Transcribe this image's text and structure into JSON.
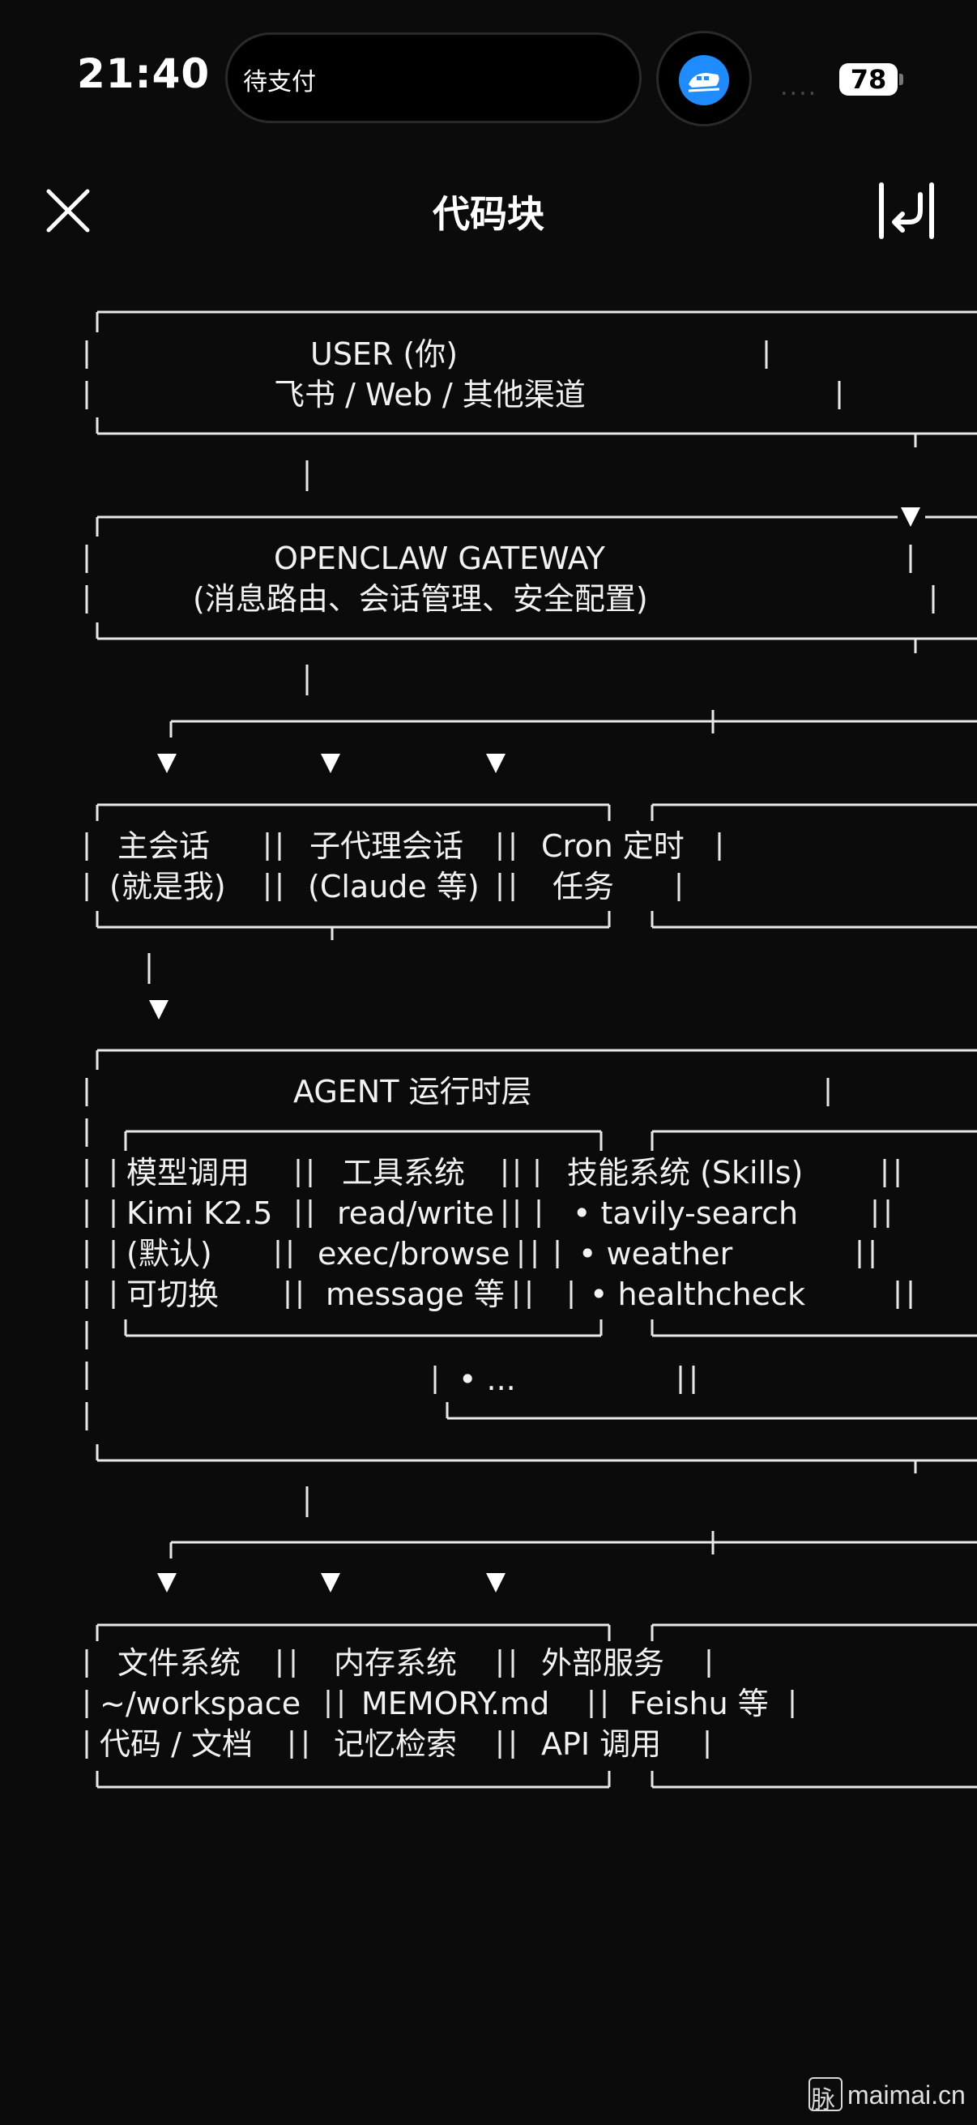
{
  "status_bar": {
    "time": "21:40",
    "island_text": "待支付",
    "signal": "....",
    "battery": "78"
  },
  "header": {
    "title": "代码块",
    "close_icon": "close-icon",
    "wrap_icon": "wrap-toggle-icon"
  },
  "diagram": {
    "user_title": "USER (你)",
    "user_sub": "飞书 / Web / 其他渠道",
    "gateway_title": "OPENCLAW GATEWAY",
    "gateway_sub": "(消息路由、会话管理、安全配置)",
    "sessions": [
      [
        "主会话",
        "子代理会话",
        "Cron 定时"
      ],
      [
        "(就是我)",
        "(Claude 等)",
        "任务"
      ]
    ],
    "agent_title": "AGENT 运行时层",
    "agent_rows": [
      [
        "模型调用",
        "工具系统",
        "技能系统 (Skills)"
      ],
      [
        "Kimi K2.5",
        "read/write",
        "• tavily-search"
      ],
      [
        "(默认)",
        "exec/browse",
        "• weather"
      ],
      [
        "可切换",
        "message 等",
        "• healthcheck"
      ]
    ],
    "agent_more": "• ...",
    "storage": [
      [
        "文件系统",
        "内存系统",
        "外部服务"
      ],
      [
        "~/workspace",
        "MEMORY.md",
        "Feishu 等"
      ],
      [
        "代码 / 文档",
        "记忆检索",
        "API 调用"
      ]
    ]
  },
  "watermark": {
    "icon_glyph": "脉",
    "text": "maimai.cn"
  },
  "colors": {
    "background": "#0b0b0b",
    "text": "#f2f2f2",
    "accent": "#1e8bff"
  }
}
